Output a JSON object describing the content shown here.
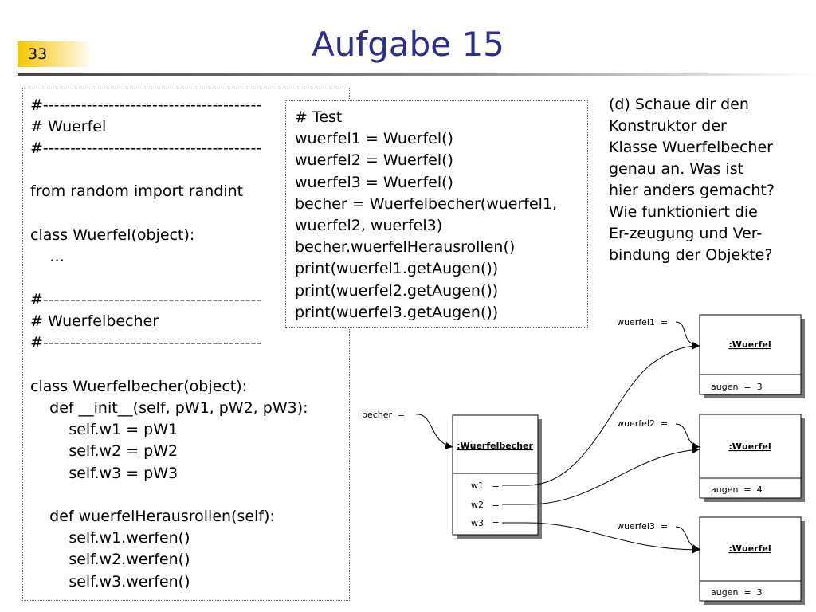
{
  "slide": {
    "number": "33",
    "title": "Aufgabe 15"
  },
  "code_lines": [
    "#----------------------------------------",
    "# Wuerfel",
    "#----------------------------------------",
    "",
    "from random import randint",
    "",
    "class Wuerfel(object):",
    "    …",
    "",
    "#----------------------------------------",
    "# Wuerfelbecher",
    "#----------------------------------------",
    "",
    "class Wuerfelbecher(object):",
    "    def __init__(self, pW1, pW2, pW3):",
    "        self.w1 = pW1",
    "        self.w2 = pW2",
    "        self.w3 = pW3",
    "",
    "    def wuerfelHerausrollen(self):",
    "        self.w1.werfen()",
    "        self.w2.werfen()",
    "        self.w3.werfen()"
  ],
  "test_lines": [
    "# Test",
    "wuerfel1 = Wuerfel()",
    "wuerfel2 = Wuerfel()",
    "wuerfel3 = Wuerfel()",
    "becher = Wuerfelbecher(wuerfel1,",
    "wuerfel2, wuerfel3)",
    "becher.wuerfelHerausrollen()",
    "print(wuerfel1.getAugen())",
    "print(wuerfel2.getAugen())",
    "print(wuerfel3.getAugen())"
  ],
  "question_lines": [
    "(d) Schaue dir den",
    "Konstruktor der",
    "Klasse Wuerfelbecher",
    "genau an. Was ist",
    "hier anders gemacht?",
    "Wie funktioniert die",
    "Er-zeugung und Ver-",
    "bindung der Objekte?"
  ],
  "diagram": {
    "becher_var": "becher  =",
    "becher_obj": {
      "title": ":Wuerfelbecher",
      "attrs": [
        "w1   =",
        "w2   =",
        "w3   ="
      ]
    },
    "wuerfel_objs": [
      {
        "var": "wuerfel1  =",
        "title": ":Wuerfel",
        "attr": "augen  =  3"
      },
      {
        "var": "wuerfel2  =",
        "title": ":Wuerfel",
        "attr": "augen  =  4"
      },
      {
        "var": "wuerfel3  =",
        "title": ":Wuerfel",
        "attr": "augen  =  3"
      }
    ]
  }
}
